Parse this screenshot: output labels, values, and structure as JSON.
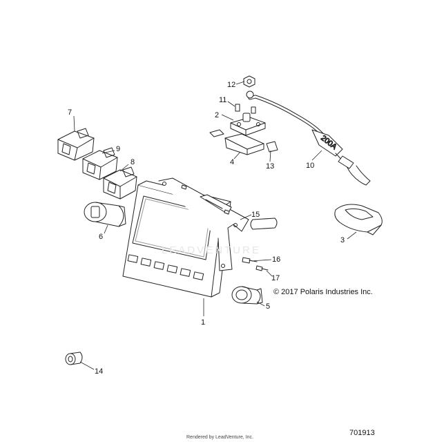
{
  "callouts": [
    "1",
    "2",
    "3",
    "4",
    "5",
    "6",
    "7",
    "8",
    "9",
    "10",
    "11",
    "12",
    "13",
    "14",
    "15",
    "16",
    "17"
  ],
  "watermark": "LEADVENTURE",
  "copyright": "© 2017 Polaris Industries Inc.",
  "diagram_id": "701913",
  "rendered_by": "Rendered by LeadVenture, Inc.",
  "cable_label": "200A"
}
